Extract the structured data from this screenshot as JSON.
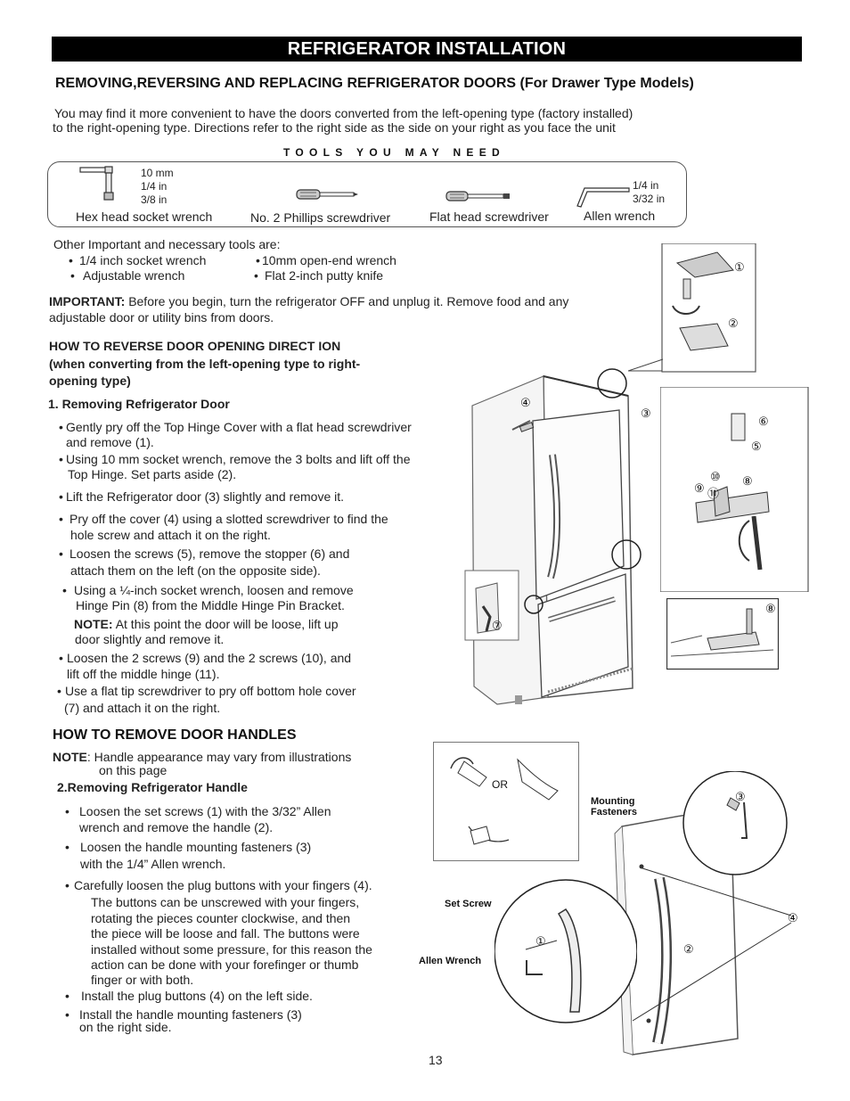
{
  "banner": "REFRIGERATOR INSTALLATION",
  "subtitle": "REMOVING,REVERSING AND REPLACING  REFRIGERATOR DOORS (For Drawer Type Models)",
  "intro": [
    "You may find it more convenient to have the doors converted from the left-opening type (factory installed)",
    "to the right-opening type. Directions refer to the right  side as the side on your right as you face the unit"
  ],
  "tools_header": "TOOLS YOU MAY NEED",
  "tools": [
    {
      "name": "Hex head socket wrench",
      "sizes": [
        "10 mm",
        "1/4 in",
        "3/8 in"
      ],
      "icon": "socket-wrench-icon"
    },
    {
      "name": "No. 2 Phillips screwdriver",
      "sizes": [],
      "icon": "phillips-screwdriver-icon"
    },
    {
      "name": "Flat head screwdriver",
      "sizes": [],
      "icon": "flat-screwdriver-icon"
    },
    {
      "name": "Allen wrench",
      "sizes": [
        "1/4 in",
        "3/32 in"
      ],
      "icon": "allen-wrench-icon"
    }
  ],
  "other_tools_label": "Other Important and necessary tools are:",
  "other_tools": [
    "1/4 inch socket wrench",
    "10mm open-end wrench",
    "Adjustable wrench",
    "Flat 2-inch putty knife"
  ],
  "important_label": "IMPORTANT:",
  "important_lines": [
    "Before you begin, turn the refrigerator OFF and unplug it. Remove food and any",
    "adjustable door or utility bins from doors."
  ],
  "reverse_heading": [
    "HOW TO REVERSE DOOR OPENING DIRECT ION",
    "(when converting from the left-opening type to right-",
    "opening type)"
  ],
  "step1_title": "1. Removing Refrigerator Door",
  "step1_bullets": [
    [
      "Gently pry off the Top Hinge Cover with a flat head screwdriver",
      "and remove (1)."
    ],
    [
      "Using 10 mm socket wrench, remove the 3 bolts and lift off the",
      "Top Hinge. Set parts aside (2)."
    ],
    [
      "Lift the Refrigerator door (3) slightly and remove it."
    ],
    [
      "Pry off the cover (4) using a slotted screwdriver to find the",
      "hole screw and attach it on the right."
    ],
    [
      "Loosen the screws (5), remove the stopper (6) and",
      "attach them on the left (on the opposite side)."
    ],
    [
      "Using a ¼-inch socket wrench, loosen and remove",
      "Hinge Pin (8) from the Middle Hinge Pin Bracket."
    ],
    [
      "Loosen the 2 screws (9) and the 2 screws (10), and",
      "lift off the middle hinge (11)."
    ],
    [
      "Use a flat tip screwdriver to pry off bottom hole cover",
      "(7) and attach it on the right."
    ]
  ],
  "note_label": "NOTE:",
  "note_lines": [
    "At this point the door will be loose, lift up",
    "door slightly and remove it."
  ],
  "handles_heading": "HOW TO REMOVE DOOR HANDLES",
  "handles_note_label": "NOTE",
  "handles_note_lines": [
    ": Handle appearance may vary from illustrations",
    "on this page"
  ],
  "step2_title": "2.Removing Refrigerator Handle",
  "step2_bullets": [
    [
      "Loosen the set screws (1) with the 3/32” Allen",
      "wrench and remove the handle (2)."
    ],
    [
      "Loosen the handle mounting fasteners (3)",
      "with the 1/4” Allen wrench."
    ],
    [
      "Carefully loosen the plug buttons with your fingers (4).",
      "The buttons can be unscrewed with your fingers,",
      "rotating the pieces counter clockwise, and then",
      "the piece will be loose and fall. The buttons were",
      "installed without some pressure, for this reason the",
      "action can be done with your forefinger or thumb",
      "finger or with both."
    ],
    [
      "Install the plug buttons (4) on the left side."
    ],
    [
      "Install the handle mounting fasteners (3)",
      "on the right side."
    ]
  ],
  "figure_labels": {
    "or": "OR",
    "mounting_fasteners": [
      "Mounting",
      "Fasteners"
    ],
    "set_screw": "Set Screw",
    "allen_wrench": "Allen Wrench"
  },
  "callouts": [
    "①",
    "②",
    "③",
    "④",
    "⑤",
    "⑥",
    "⑦",
    "⑧",
    "⑨",
    "⑩",
    "⑪"
  ],
  "page_number": "13"
}
